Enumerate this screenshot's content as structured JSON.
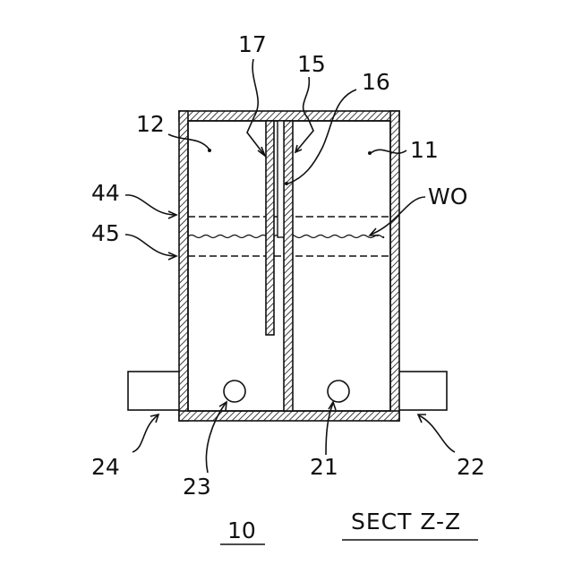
{
  "figure": {
    "number": "10",
    "caption": "SECT Z-Z"
  },
  "labels": {
    "tank_left_chamber": "12",
    "tank_right_chamber": "11",
    "inner_plate": "17",
    "partition_plate": "15",
    "partition_hole": "16",
    "upper_level": "44",
    "lower_level": "45",
    "water_surface": "WO",
    "left_outlet_pipe": "24",
    "left_port": "23",
    "right_port": "21",
    "right_outlet_pipe": "22"
  }
}
